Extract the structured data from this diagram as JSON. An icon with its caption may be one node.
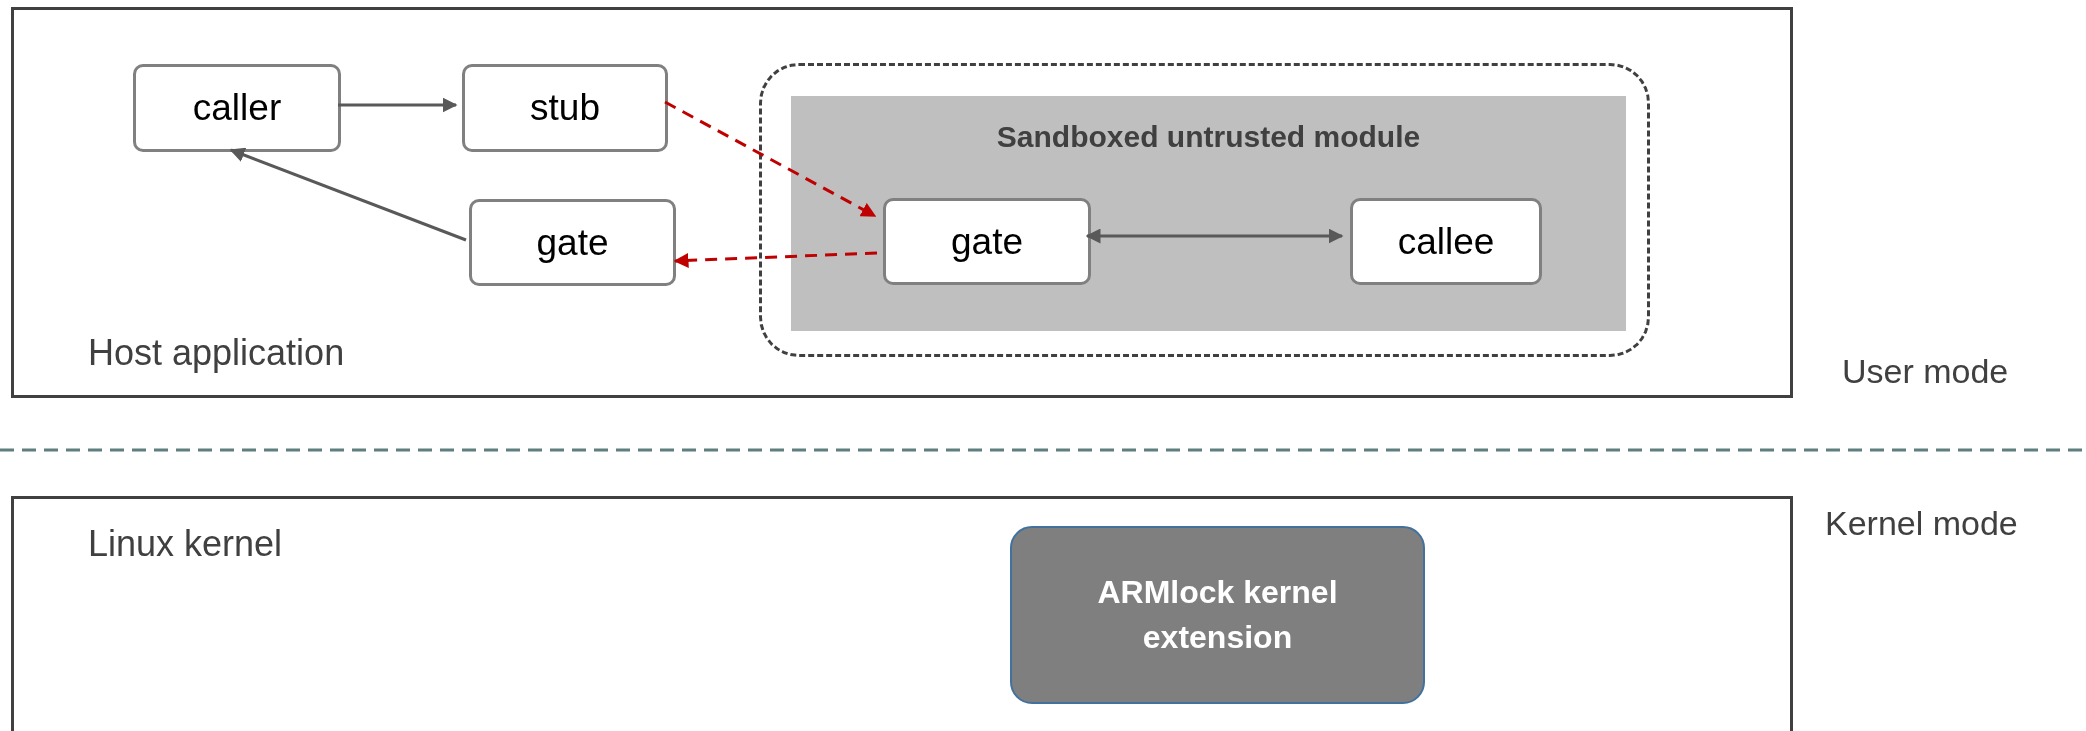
{
  "diagram": {
    "nodes": [
      {
        "text": [
          "Host application"
        ]
      },
      {
        "text": [
          "caller"
        ],
        "in": 0
      },
      {
        "text": [
          "stub"
        ],
        "in": 0
      },
      {
        "text": [
          "gate"
        ],
        "in": 0
      },
      {
        "text": [],
        "shape": "box",
        "in": 0
      },
      {
        "text": [
          "Sandboxed untrusted module"
        ],
        "in": 4
      },
      {
        "text": [
          "gate"
        ],
        "in": 5
      },
      {
        "text": [
          "callee"
        ],
        "in": 5
      },
      {
        "text": [
          "Linux kernel"
        ]
      },
      {
        "text": [
          "ARMlock kernel extension"
        ],
        "in": 8
      }
    ],
    "edges": [
      {
        "from": 1,
        "to": 2,
        "arrow": "to"
      },
      {
        "from": 3,
        "to": 1,
        "arrow": "to"
      },
      {
        "from": 2,
        "to": 6,
        "arrow": "to",
        "style": "dashed",
        "color": "#c00000"
      },
      {
        "from": 6,
        "to": 3,
        "arrow": "to",
        "style": "dashed",
        "color": "#c00000"
      },
      {
        "from": 6,
        "to": 7,
        "arrow": "both"
      }
    ],
    "labels": [
      "User mode",
      "Kernel mode"
    ]
  }
}
